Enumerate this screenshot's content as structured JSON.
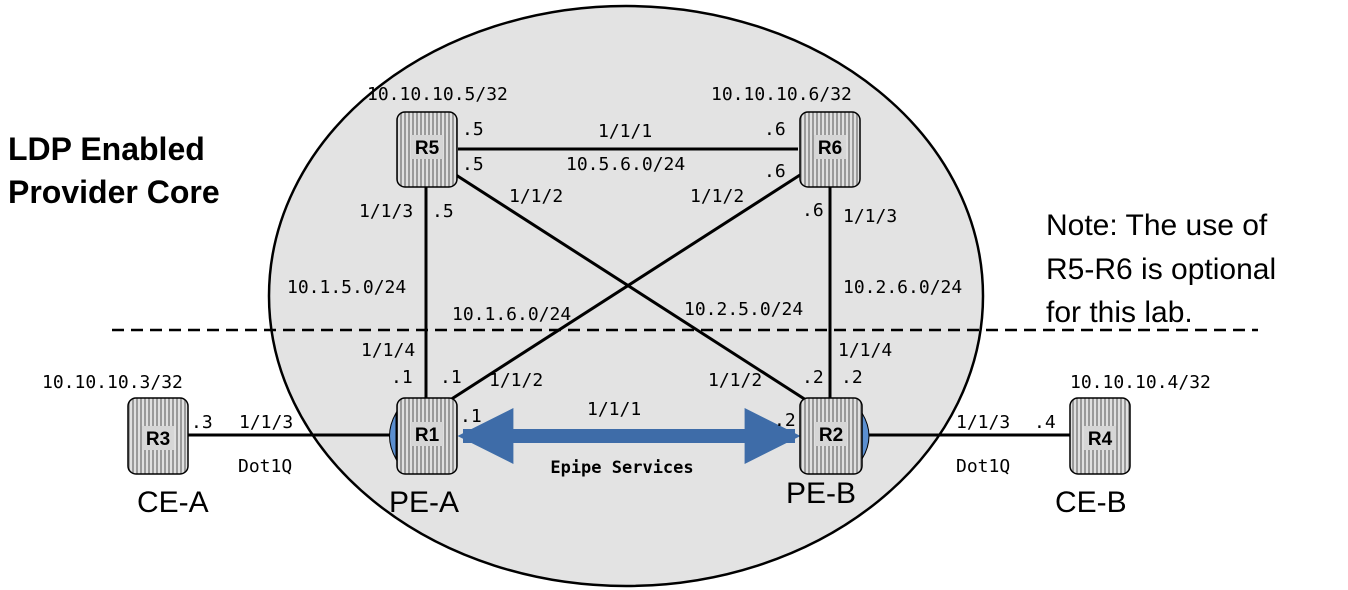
{
  "title": {
    "line1": "LDP Enabled",
    "line2": "Provider Core"
  },
  "note": {
    "line1": "Note: The use of",
    "line2": "R5-R6 is optional",
    "line3": "for this lab."
  },
  "routers": {
    "r1": {
      "label": "R1",
      "role": "PE-A"
    },
    "r2": {
      "label": "R2",
      "role": "PE-B"
    },
    "r3": {
      "label": "R3",
      "role": "CE-A",
      "loopback": "10.10.10.3/32"
    },
    "r4": {
      "label": "R4",
      "role": "CE-B",
      "loopback": "10.10.10.4/32"
    },
    "r5": {
      "label": "R5",
      "loopback": "10.10.10.5/32"
    },
    "r6": {
      "label": "R6",
      "loopback": "10.10.10.6/32"
    }
  },
  "subnets": {
    "r5_r6": "10.5.6.0/24",
    "r1_r5": "10.1.5.0/24",
    "r1_r6": "10.1.6.0/24",
    "r2_r5": "10.2.5.0/24",
    "r2_r6": "10.2.6.0/24"
  },
  "ports": {
    "p111": "1/1/1",
    "p112": "1/1/2",
    "p113": "1/1/3",
    "p114": "1/1/4"
  },
  "hosts": {
    "h1": ".1",
    "h2": ".2",
    "h3": ".3",
    "h4": ".4",
    "h5": ".5",
    "h6": ".6"
  },
  "links": {
    "dot1q": "Dot1Q"
  },
  "service": {
    "label": "Epipe Services"
  },
  "colors": {
    "core_fill": "#e3e3e3",
    "arrow": "#3e6ca8",
    "port_cap": "#5b8fd0",
    "router_body": "#cfcfcf"
  }
}
